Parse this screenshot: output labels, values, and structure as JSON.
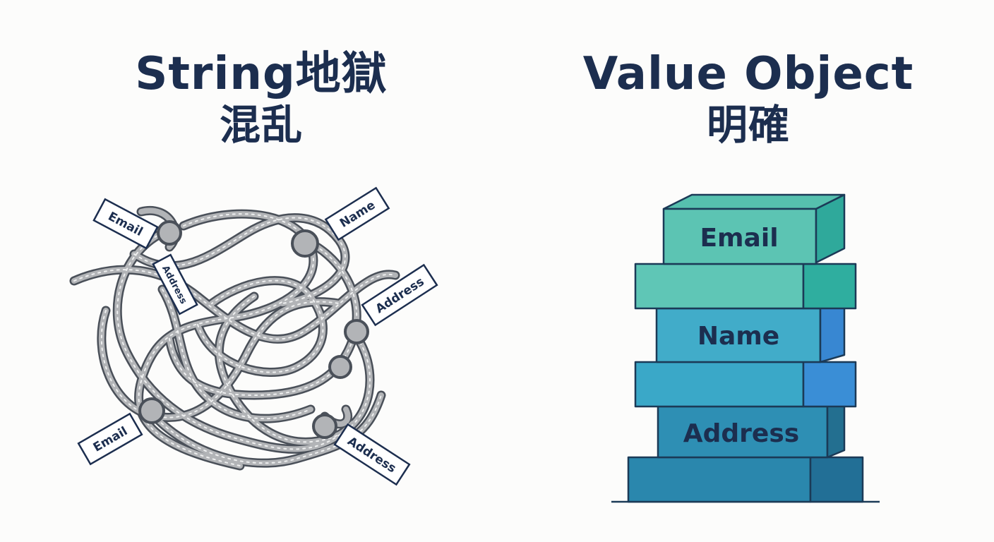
{
  "left": {
    "title_line1": "String地獄",
    "title_line2": "混乱",
    "tags": [
      "Email",
      "Name",
      "Address",
      "Address",
      "Email",
      "Address"
    ]
  },
  "right": {
    "title_line1": "Value Object",
    "title_line2": "明確",
    "blocks": [
      "Email",
      "Name",
      "Address"
    ]
  },
  "colors": {
    "text_dark": "#1c2e4f",
    "rope": "#a9abae",
    "rope_outline": "#4a5059",
    "block_email": "#5fc5b4",
    "block_name": "#45aac9",
    "block_address": "#2f8fb3",
    "block_edge": "#1b3a57"
  }
}
